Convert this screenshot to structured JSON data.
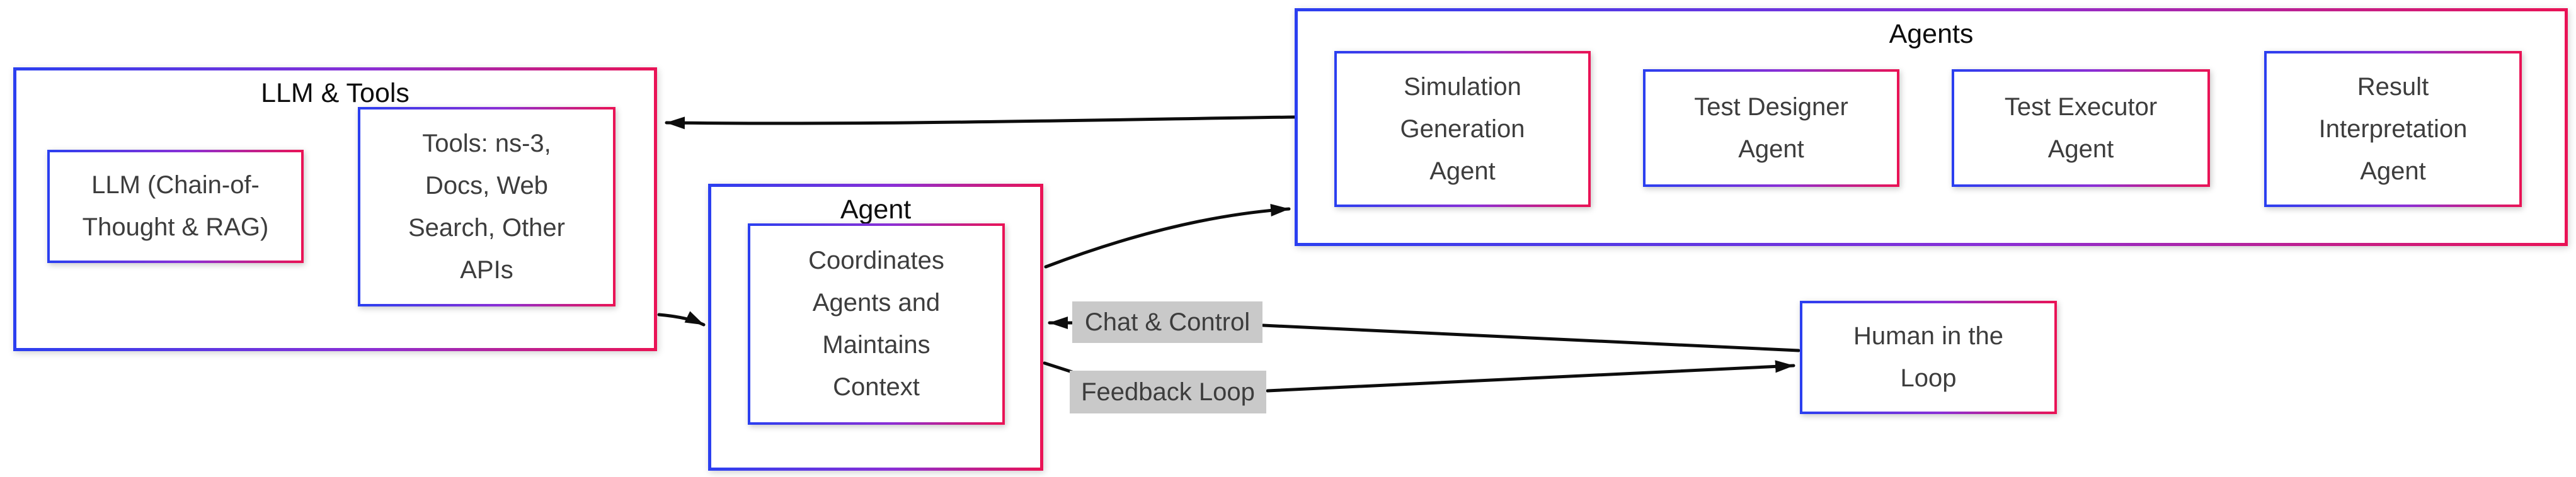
{
  "colors": {
    "gradient_start": "#2b3ff0",
    "gradient_mid": "#8a2fd6",
    "gradient_end": "#e91356",
    "arrow": "#0d0d0d",
    "label_bg": "#c9c9c9",
    "node_text": "#3d3d3d",
    "title_text": "#0e0e0e",
    "background": "#ffffff"
  },
  "containers": {
    "llm_tools": {
      "title": "LLM & Tools"
    },
    "agent": {
      "title": "Agent"
    },
    "agents": {
      "title": "Agents"
    }
  },
  "nodes": {
    "llm": {
      "lines": [
        "LLM (Chain-of-",
        "Thought & RAG)"
      ]
    },
    "tools": {
      "lines": [
        "Tools: ns-3,",
        "Docs, Web",
        "Search, Other",
        "APIs"
      ]
    },
    "coordinates": {
      "lines": [
        "Coordinates",
        "Agents and",
        "Maintains",
        "Context"
      ]
    },
    "simulation_generation": {
      "lines": [
        "Simulation",
        "Generation",
        "Agent"
      ]
    },
    "test_designer": {
      "lines": [
        "Test Designer",
        "Agent"
      ]
    },
    "test_executor": {
      "lines": [
        "Test Executor",
        "Agent"
      ]
    },
    "result_interpretation": {
      "lines": [
        "Result",
        "Interpretation",
        "Agent"
      ]
    },
    "human_in_the_loop": {
      "lines": [
        "Human in the",
        "Loop"
      ]
    }
  },
  "edge_labels": {
    "chat_control": "Chat & Control",
    "feedback_loop": "Feedback Loop"
  }
}
